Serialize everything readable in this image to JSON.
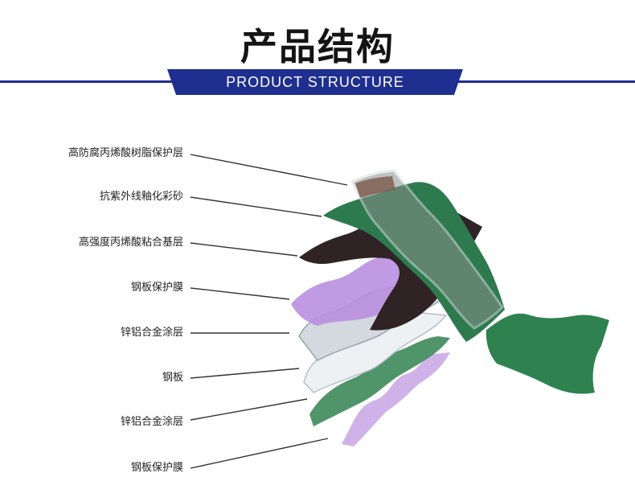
{
  "header": {
    "title": "产品结构",
    "subtitle": "PRODUCT STRUCTURE"
  },
  "colors": {
    "accent": "#1e2f8f",
    "green_sand": "#2f7a4e",
    "brown_base": "#3a2a2a",
    "purple_film": "#b58ed6",
    "zinc_coat": "#dfe3e8"
  },
  "layers": [
    {
      "label": "高防腐丙烯酸树脂保护层"
    },
    {
      "label": "抗紫外线釉化彩砂"
    },
    {
      "label": "高强度丙烯酸粘合基层"
    },
    {
      "label": "钢板保护膜"
    },
    {
      "label": "锌铝合金涂层"
    },
    {
      "label": "钢板"
    },
    {
      "label": "锌铝合金涂层"
    },
    {
      "label": "钢板保护膜"
    }
  ]
}
